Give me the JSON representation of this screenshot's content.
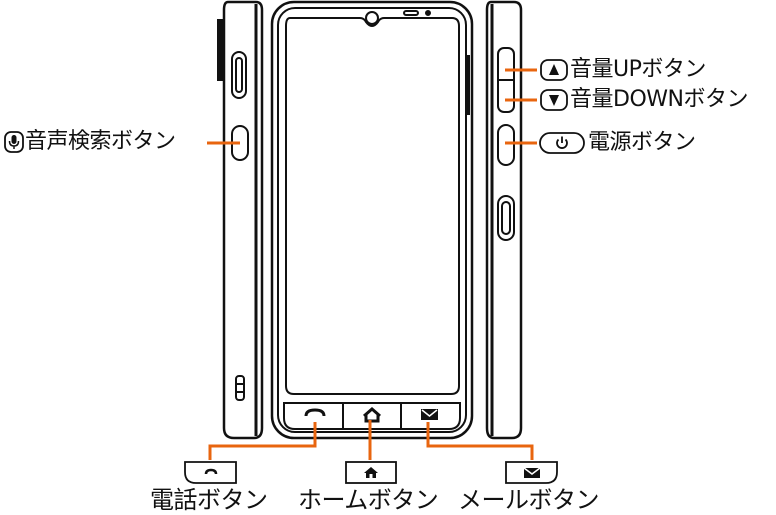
{
  "labels": {
    "voice_search": "音声検索ボタン",
    "volume_up": "音量UPボタン",
    "volume_down": "音量DOWNボタン",
    "power": "電源ボタン",
    "phone": "電話ボタン",
    "home": "ホームボタン",
    "mail": "メールボタン"
  },
  "colors": {
    "leader": "#e8650f",
    "outline": "#111111"
  }
}
